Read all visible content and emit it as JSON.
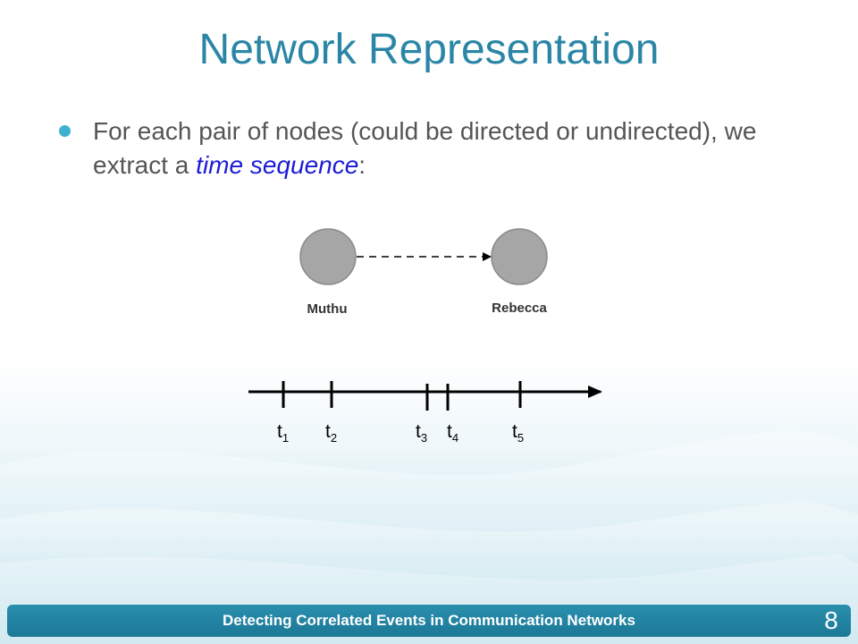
{
  "slide": {
    "title": "Network Representation",
    "bullet": {
      "text_before": "For each pair of nodes (could be directed or undirected), we extract a ",
      "emphasis": "time sequence",
      "text_after": ":"
    },
    "diagram": {
      "nodes": [
        {
          "label": "Muthu"
        },
        {
          "label": "Rebecca"
        }
      ],
      "edge": {
        "style": "dashed",
        "direction": "Muthu to Rebecca"
      },
      "timeline": {
        "ticks": [
          {
            "base": "t",
            "sub": "1"
          },
          {
            "base": "t",
            "sub": "2"
          },
          {
            "base": "t",
            "sub": "3"
          },
          {
            "base": "t",
            "sub": "4"
          },
          {
            "base": "t",
            "sub": "5"
          }
        ]
      }
    },
    "footer": "Detecting Correlated Events in Communication Networks",
    "page_number": "8"
  },
  "colors": {
    "title": "#2b86a6",
    "bullet": "#3fb0d0",
    "body_text": "#555555",
    "emphasis": "#1b1bd6",
    "node_fill": "#a6a6a6",
    "footer_bar": "#1f7f9f"
  }
}
